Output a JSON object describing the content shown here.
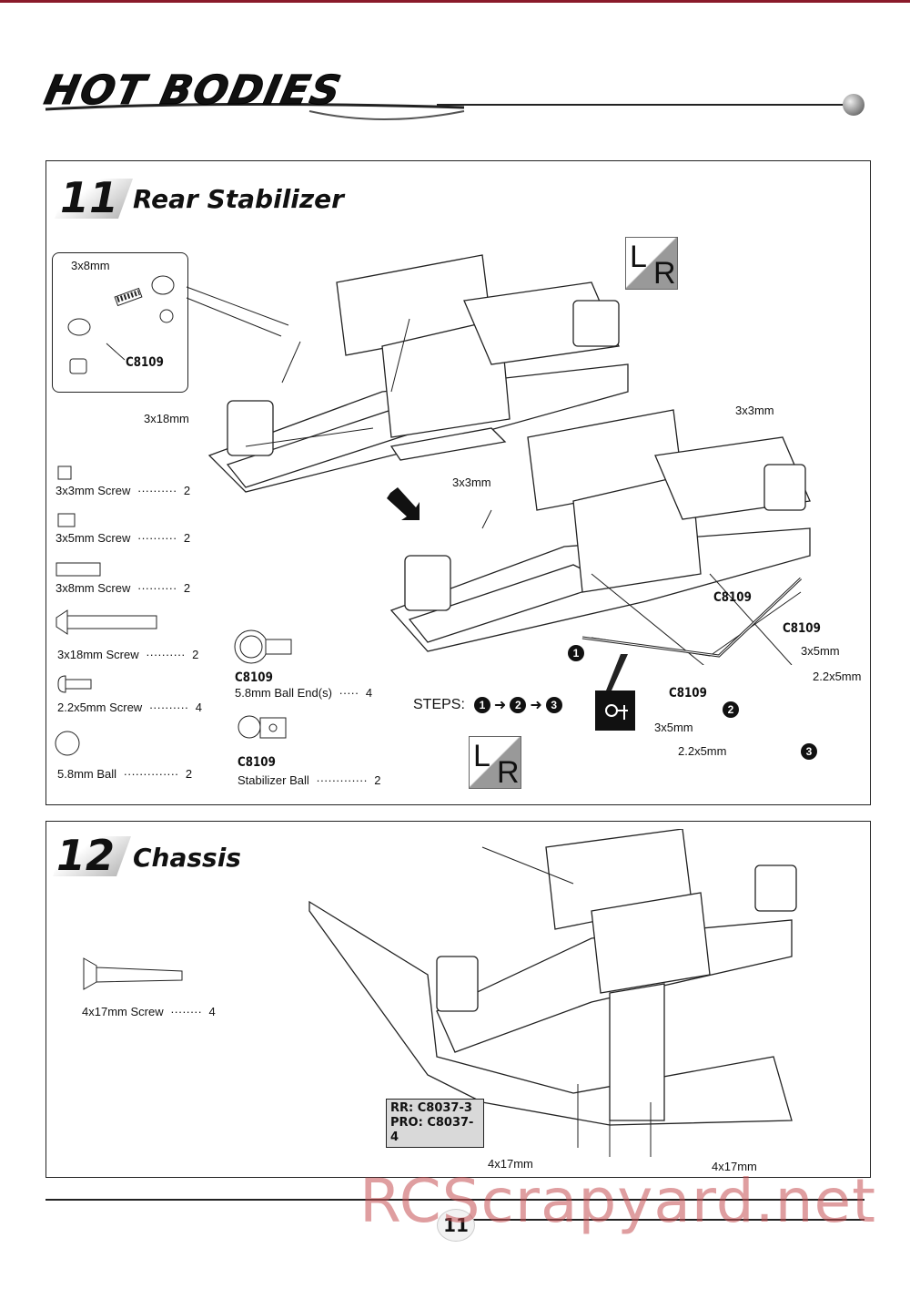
{
  "header": {
    "brand": "HOT BODIES"
  },
  "step11": {
    "number": "11",
    "title": "Rear Stabilizer",
    "inset": {
      "screw_label": "3x8mm",
      "part_code": "C8109"
    },
    "labels": {
      "screw_3x18": "3x18mm",
      "screw_3x3_a": "3x3mm",
      "screw_3x3_b": "3x3mm",
      "c8109_a": "C8109",
      "c8109_b": "C8109",
      "c8109_c": "C8109",
      "screw_3x5_a": "3x5mm",
      "screw_3x5_b": "3x5mm",
      "screw_2_2x5_a": "2.2x5mm",
      "screw_2_2x5_b": "2.2x5mm",
      "badge1": "1",
      "badge2": "2",
      "badge3": "3"
    },
    "steps": {
      "label": "STEPS:",
      "seq": [
        "1",
        "2",
        "3"
      ]
    },
    "lr_top": {
      "l": "L",
      "r": "R"
    },
    "lr_bottom": {
      "l": "L",
      "r": "R"
    },
    "parts": [
      {
        "name": "3x3mm  Screw",
        "qty": "2"
      },
      {
        "name": "3x5mm  Screw",
        "qty": "2"
      },
      {
        "name": "3x8mm  Screw",
        "qty": "2"
      },
      {
        "name": "3x18mm Screw",
        "qty": "2"
      },
      {
        "name": "2.2x5mm  Screw",
        "qty": "4"
      },
      {
        "name": "5.8mm Ball",
        "qty": "2"
      }
    ],
    "ball_end": {
      "code": "C8109",
      "name": "5.8mm Ball End(s)",
      "qty": "4"
    },
    "stab_ball": {
      "code": "C8109",
      "name": "Stabilizer Ball",
      "qty": "2"
    }
  },
  "step12": {
    "number": "12",
    "title": "Chassis",
    "parts": [
      {
        "name": "4x17mm  Screw",
        "qty": "4"
      }
    ],
    "chassis_code_rr": "RR: C8037-3",
    "chassis_code_pro": "PRO: C8037-4",
    "screw_a": "4x17mm",
    "screw_b": "4x17mm"
  },
  "footer": {
    "page": "11",
    "watermark": "RCScrapyard.net"
  }
}
